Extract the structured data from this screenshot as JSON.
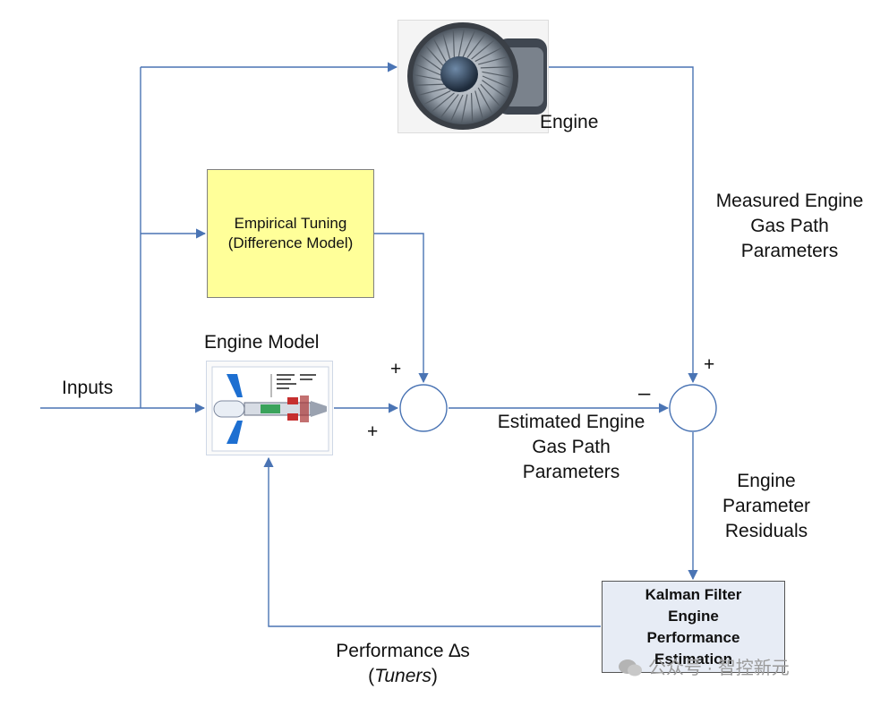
{
  "labels": {
    "engine": "Engine",
    "measured": [
      "Measured Engine",
      "Gas Path",
      "Parameters"
    ],
    "tuning": [
      "Empirical Tuning",
      "(Difference Model)"
    ],
    "engine_model": "Engine Model",
    "inputs": "Inputs",
    "plus_top": "+",
    "plus_bottom": "+",
    "plus_right": "+",
    "minus": "–",
    "estimated": [
      "Estimated Engine",
      "Gas Path",
      "Parameters"
    ],
    "residuals": [
      "Engine",
      "Parameter",
      "Residuals"
    ],
    "kalman": [
      "Kalman Filter",
      "Engine",
      "Performance",
      "Estimation"
    ],
    "performance": "Performance ∆s",
    "tuners_open": "(",
    "tuners": "Tuners",
    "tuners_close": ")"
  },
  "watermark": "公众号 · 智控新元",
  "colors": {
    "wire": "#4a74b4",
    "tuning_fill": "#ffff99",
    "kalman_fill": "#e7ecf5"
  }
}
